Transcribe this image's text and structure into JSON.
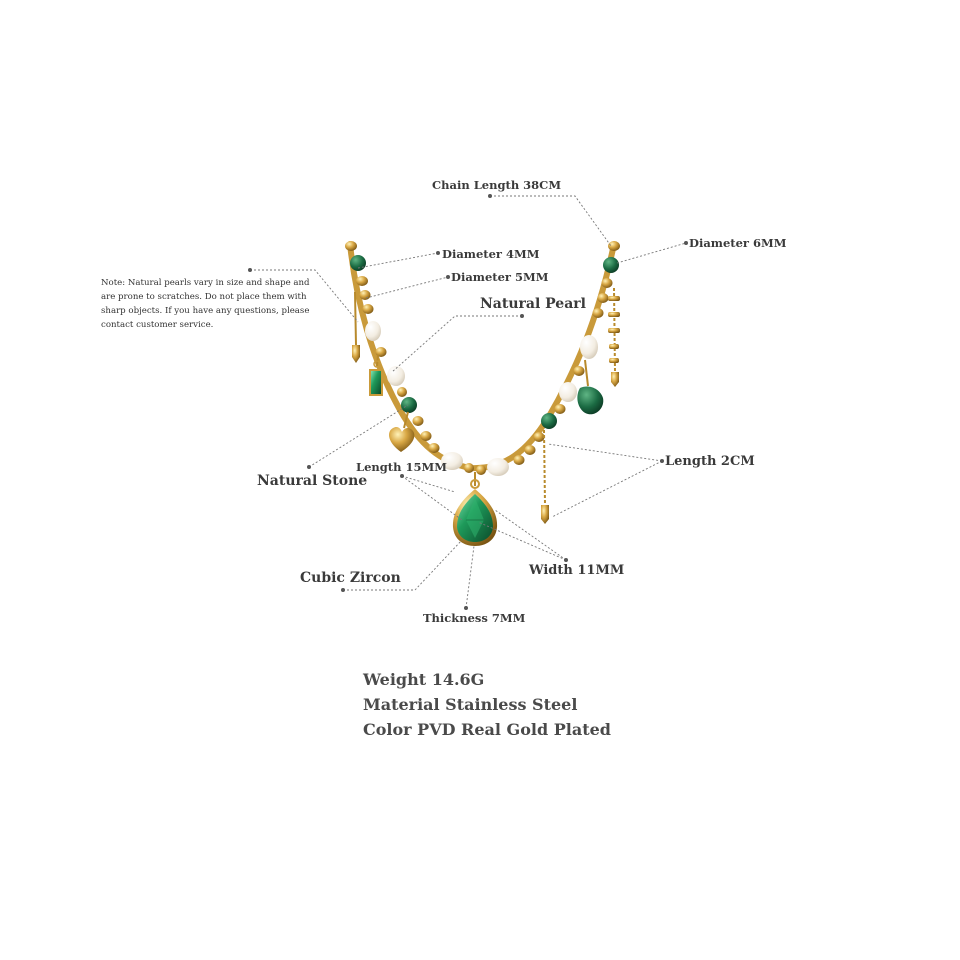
{
  "annotations": {
    "chain_length": "Chain Length 38CM",
    "diameter_4mm": "Diameter 4MM",
    "diameter_5mm": "Diameter 5MM",
    "diameter_6mm": "Diameter 6MM",
    "natural_pearl": "Natural Pearl",
    "natural_stone": "Natural Stone",
    "length_15mm": "Length 15MM",
    "length_2cm": "Length 2CM",
    "cubic_zircon": "Cubic Zircon",
    "width_11mm": "Width 11MM",
    "thickness_7mm": "Thickness 7MM"
  },
  "note": "Note: Natural pearls vary in size and shape and are prone to scratches. Do not place them with sharp objects. If you have any questions, please contact customer service.",
  "specs": {
    "weight": "Weight 14.6G",
    "material": "Material Stainless Steel",
    "color": "Color PVD Real Gold Plated"
  },
  "colors": {
    "gold": "#c99a3a",
    "gold_dark": "#8a6418",
    "emerald": "#1f7a4a",
    "pearl": "#f4efe6",
    "leader_line": "#777777",
    "label_text": "#3a3a3a"
  }
}
